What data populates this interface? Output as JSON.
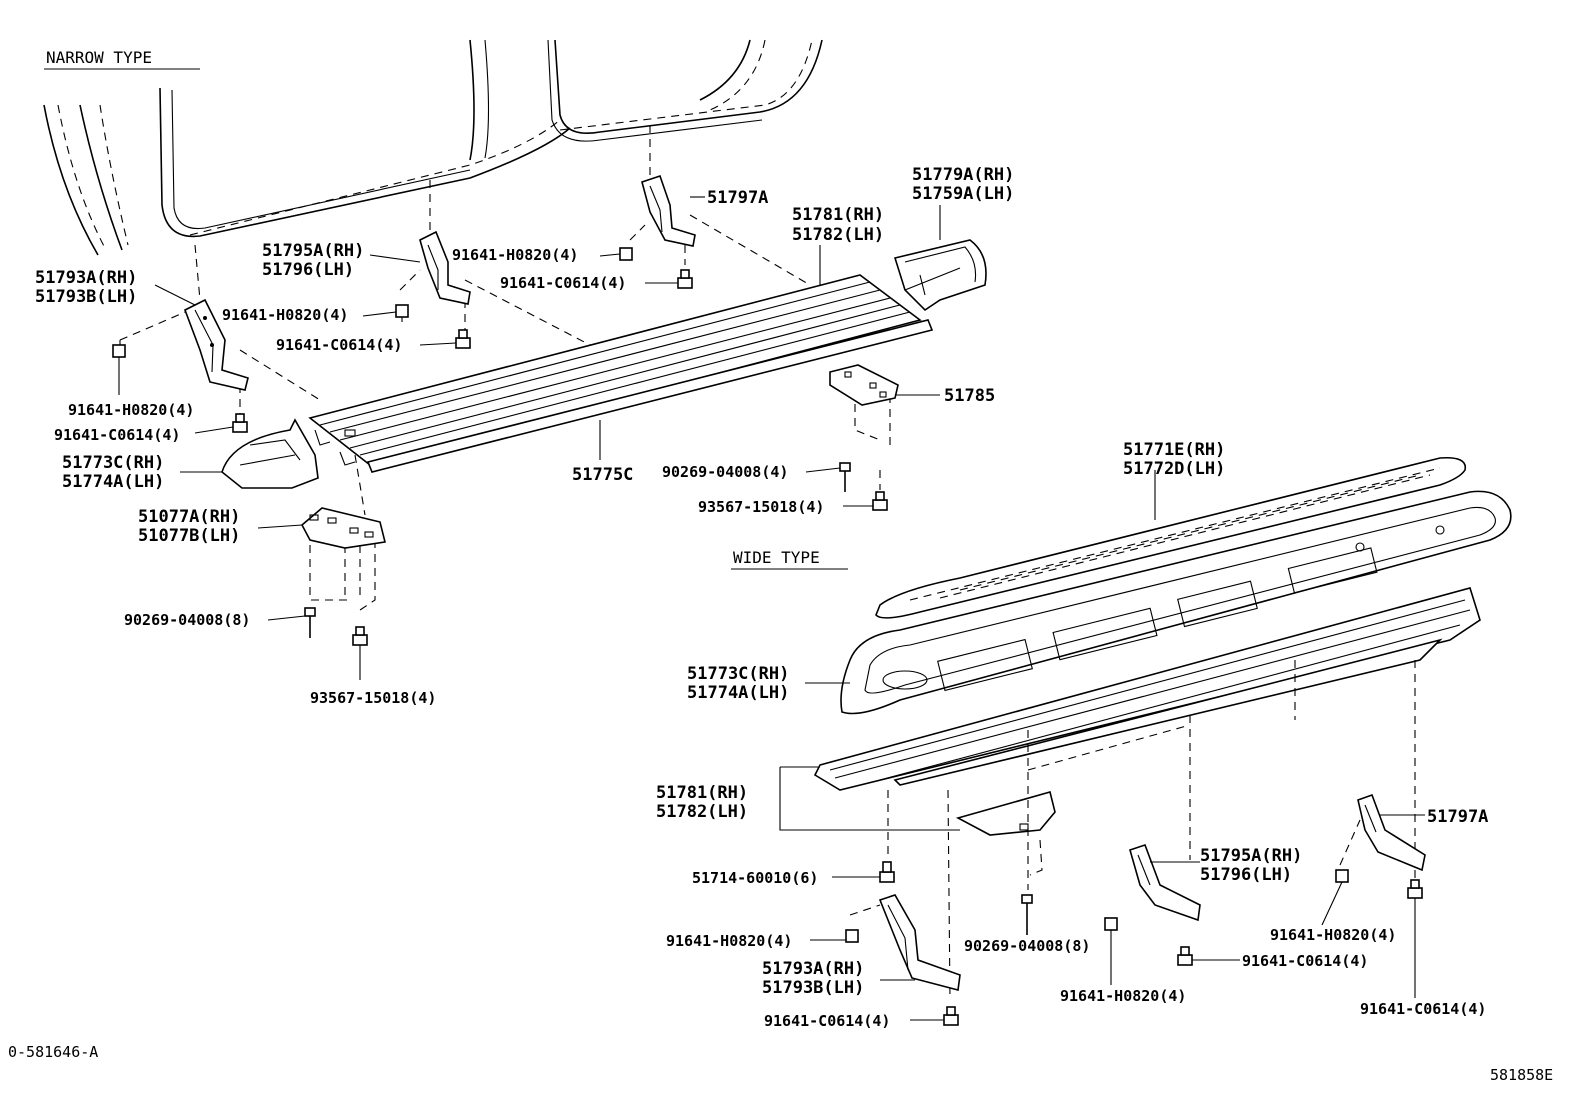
{
  "sections": {
    "narrow": "NARROW TYPE",
    "wide": "WIDE TYPE"
  },
  "narrow": {
    "p51793_rh": "51793A(RH)",
    "p51793_lh": "51793B(LH)",
    "p51795_rh": "51795A(RH)",
    "p51796_lh": "51796(LH)",
    "bolt_h0820_a": "91641-H0820(4)",
    "bolt_c0614_a": "91641-C0614(4)",
    "bolt_h0820_b": "91641-H0820(4)",
    "bolt_c0614_b": "91641-C0614(4)",
    "bolt_h0820_c": "91641-H0820(4)",
    "bolt_c0614_c": "91641-C0614(4)",
    "p51797": "51797A",
    "p51781_rh": "51781(RH)",
    "p51782_lh": "51782(LH)",
    "p51779_rh": "51779A(RH)",
    "p51759_lh": "51759A(LH)",
    "p51773_rh": "51773C(RH)",
    "p51774_lh": "51774A(LH)",
    "p51775": "51775C",
    "p51785": "51785",
    "screw_a": "90269-04008(4)",
    "clip_a": "93567-15018(4)",
    "p51077_rh": "51077A(RH)",
    "p51077_lh": "51077B(LH)",
    "screw_b": "90269-04008(8)",
    "clip_b": "93567-15018(4)"
  },
  "wide": {
    "p51771_rh": "51771E(RH)",
    "p51772_lh": "51772D(LH)",
    "p51773_rh": "51773C(RH)",
    "p51774_lh": "51774A(LH)",
    "p51781_rh": "51781(RH)",
    "p51782_lh": "51782(LH)",
    "nut": "51714-60010(6)",
    "bolt_h0820_a": "91641-H0820(4)",
    "p51793_rh": "51793A(RH)",
    "p51793_lh": "51793B(LH)",
    "bolt_c0614_a": "91641-C0614(4)",
    "screw": "90269-04008(8)",
    "bolt_h0820_b": "91641-H0820(4)",
    "p51795_rh": "51795A(RH)",
    "p51796_lh": "51796(LH)",
    "bolt_c0614_b": "91641-C0614(4)",
    "p51797": "51797A",
    "bolt_h0820_c": "91641-H0820(4)",
    "bolt_c0614_c": "91641-C0614(4)"
  },
  "footer": {
    "left_code": "0-581646-A",
    "right_code": "581858E"
  }
}
